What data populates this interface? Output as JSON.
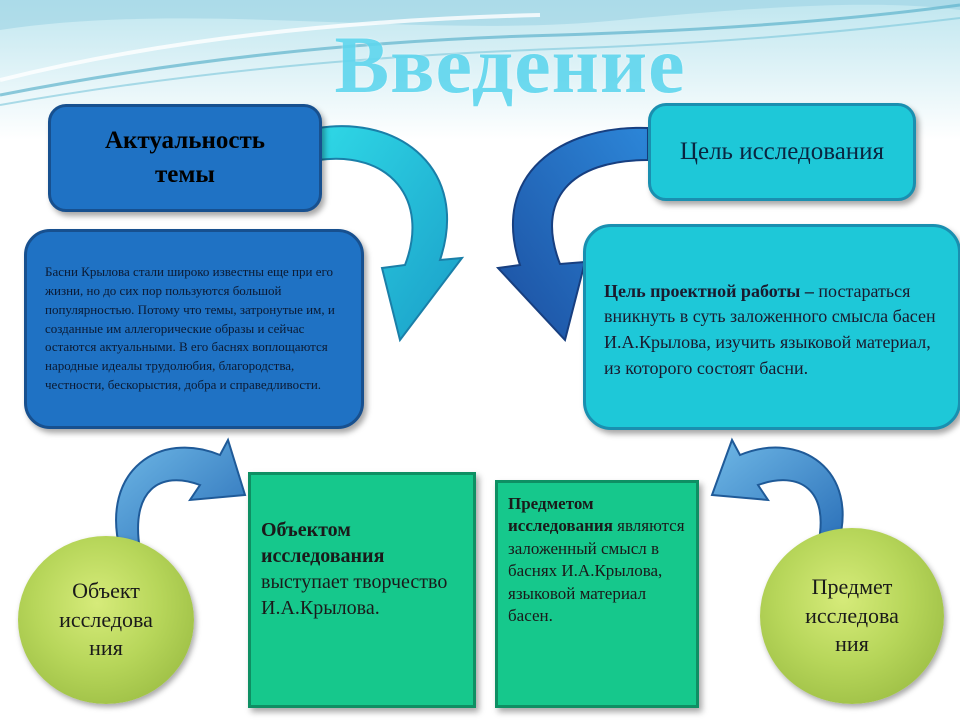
{
  "slide": {
    "title": "Введение"
  },
  "relevance": {
    "heading": "Актуальность темы",
    "text": "Басни Крылова стали широко известны еще при его жизни, но до сих пор пользуются большой популярностью. Потому что темы, затронутые им, и созданные им аллегорические образы и сейчас остаются актуальными. В его баснях воплощаются народные идеалы трудолюбия, благородства, честности, бескорыстия, добра и справедливости."
  },
  "goal": {
    "heading": "Цель исследования",
    "text_bold": "Цель проектной работы –",
    "text": "постараться вникнуть в суть заложенного смысла басен И.А.Крылова, изучить языковой материал, из которого состоят басни."
  },
  "object": {
    "circle_label": "Объект исследова ния",
    "text_bold": "Объектом исследования",
    "text": "выступает творчество И.А.Крылова."
  },
  "subject": {
    "circle_label": "Предмет исследова ния",
    "text_bold": "Предметом исследования",
    "text": "являются заложенный смысл в баснях И.А.Крылова, языковой материал басен."
  },
  "colors": {
    "title": "#5fd6ee",
    "dark_box": "#1f72c4",
    "cyan_box": "#1ec8d8",
    "green_box": "#16c88c",
    "circle": "#b7d65a"
  }
}
